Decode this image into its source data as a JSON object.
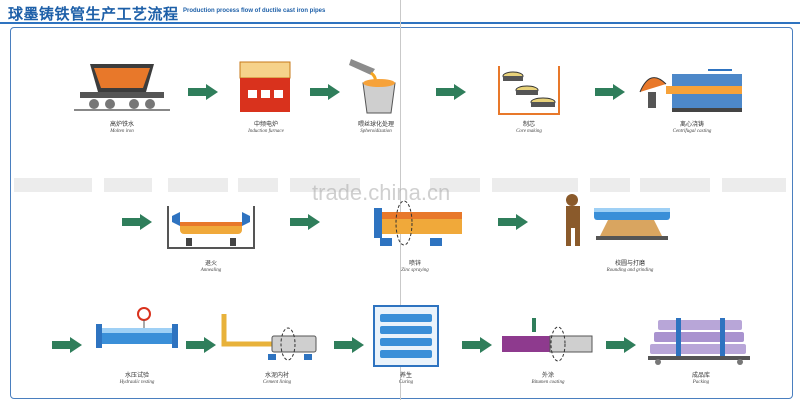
{
  "header": {
    "title_zh": "球墨铸铁管生产工艺流程",
    "title_en": "Production process flow of ductile cast iron pipes"
  },
  "watermark": {
    "main": "trade.china.cn"
  },
  "colors": {
    "arrow": "#2f7e5b",
    "accent_blue": "#2e73c0",
    "pipe_blue": "#3a8fd8",
    "molten_orange": "#e8782a"
  },
  "steps": [
    {
      "zh": "高炉铁水",
      "en": "Molten iron",
      "icon": "ladle-cart-icon"
    },
    {
      "zh": "中频电炉",
      "en": "Induction furnace",
      "icon": "furnace-icon"
    },
    {
      "zh": "喂丝球化处理",
      "en": "Spheroidization",
      "icon": "pouring-ladle-icon"
    },
    {
      "zh": "制芯",
      "en": "Core making",
      "icon": "core-discs-icon"
    },
    {
      "zh": "离心浇铸",
      "en": "Centrifugal casting",
      "icon": "centrifugal-machine-icon"
    },
    {
      "zh": "退火",
      "en": "Annealing",
      "icon": "annealing-furnace-icon"
    },
    {
      "zh": "喷锌",
      "en": "Zinc spraying",
      "icon": "zinc-spray-icon"
    },
    {
      "zh": "校圆与打磨",
      "en": "Rounding and grinding",
      "icon": "grinding-worker-icon"
    },
    {
      "zh": "水压试验",
      "en": "Hydraulic testing",
      "icon": "pressure-gauge-pipe-icon"
    },
    {
      "zh": "水泥内衬",
      "en": "Cement lining",
      "icon": "cement-lining-icon"
    },
    {
      "zh": "养生",
      "en": "Curing",
      "icon": "curing-rack-icon"
    },
    {
      "zh": "外涂",
      "en": "Bitumen coating",
      "icon": "coating-icon"
    },
    {
      "zh": "成品库",
      "en": "Packing",
      "icon": "packed-pipes-icon"
    }
  ]
}
